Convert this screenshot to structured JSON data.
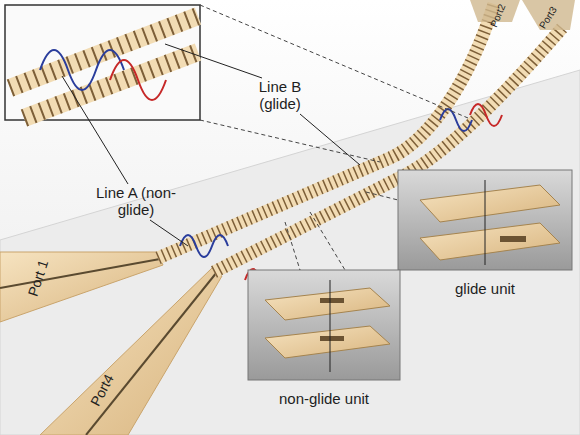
{
  "diagram": {
    "nodes": [
      {
        "text": [
          "glide unit"
        ]
      },
      {
        "text": [
          "non-glide unit"
        ]
      }
    ],
    "labels": [
      "Line A (non-glide)",
      "Line B (glide)",
      "Port 1",
      "Port4",
      "Port2",
      "Port3"
    ]
  }
}
